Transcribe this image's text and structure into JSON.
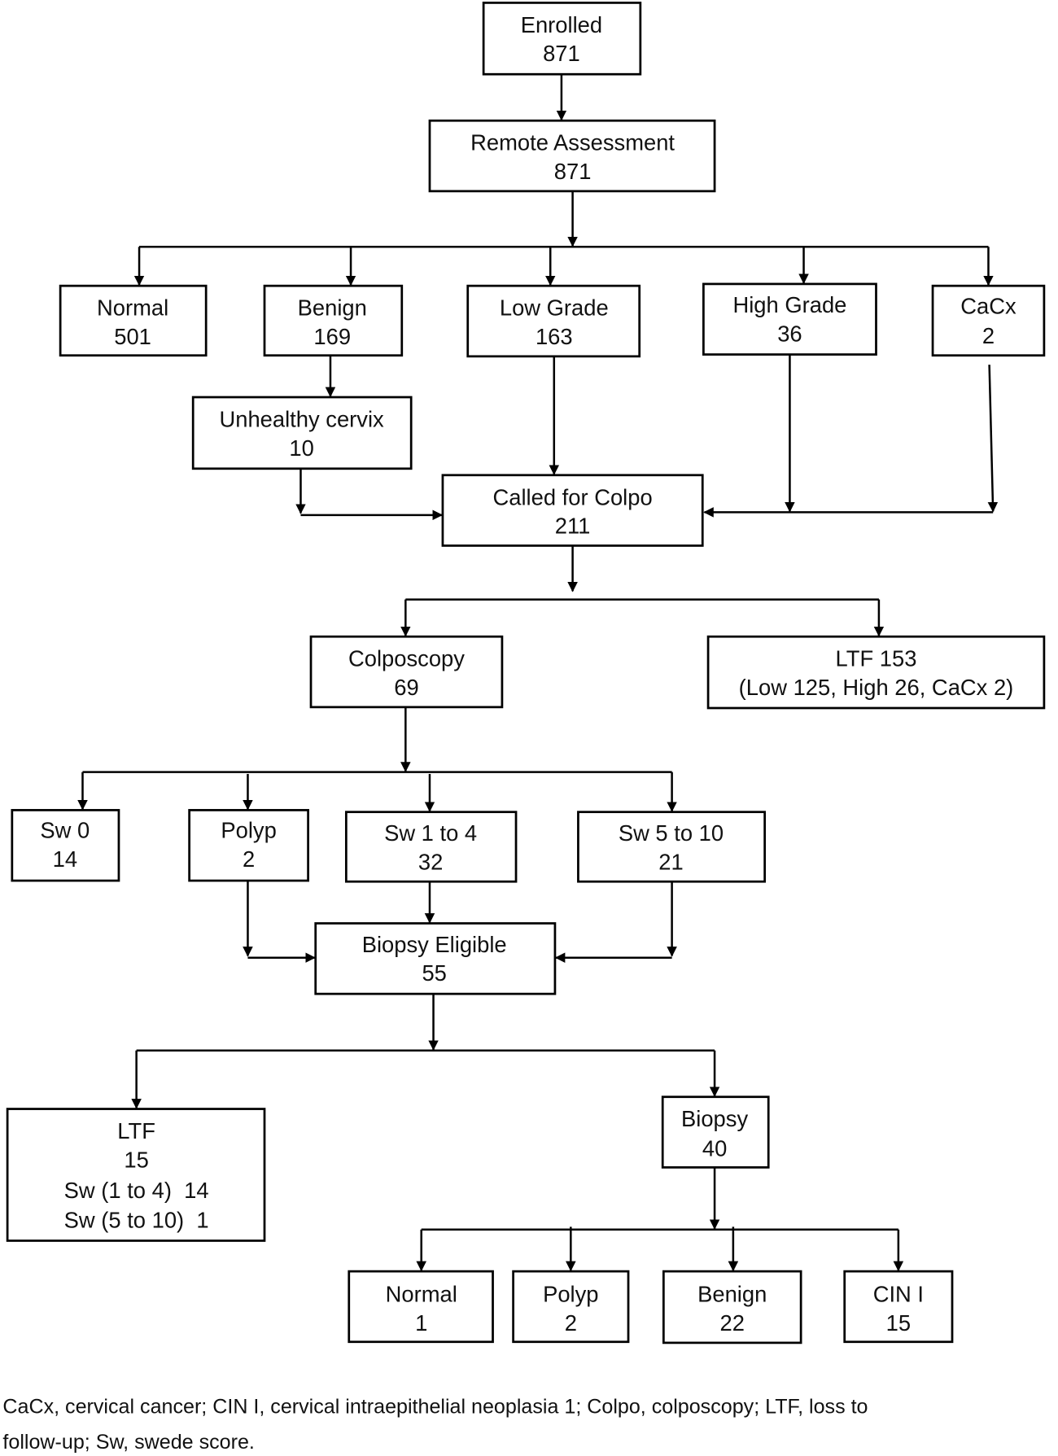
{
  "colors": {
    "stroke": "#000000",
    "text": "#111111",
    "background": "#ffffff"
  },
  "nodes": {
    "enrolled": {
      "label": "Enrolled",
      "count": "871"
    },
    "remote_assessment": {
      "label": "Remote Assessment",
      "count": "871"
    },
    "normal": {
      "label": "Normal",
      "count": "501"
    },
    "benign": {
      "label": "Benign",
      "count": "169"
    },
    "low_grade": {
      "label": "Low Grade",
      "count": "163"
    },
    "high_grade": {
      "label": "High Grade",
      "count": "36"
    },
    "cacx": {
      "label": "CaCx",
      "count": "2"
    },
    "unhealthy_cervix": {
      "label": "Unhealthy cervix",
      "count": "10"
    },
    "called_for_colpo": {
      "label": "Called for Colpo",
      "count": "211"
    },
    "colposcopy": {
      "label": "Colposcopy",
      "count": "69"
    },
    "ltf_153": {
      "label": "LTF 153",
      "count": "(Low 125, High 26, CaCx 2)"
    },
    "sw0": {
      "label": "Sw 0",
      "count": "14"
    },
    "polyp": {
      "label": "Polyp",
      "count": "2"
    },
    "sw1to4": {
      "label": "Sw 1 to 4",
      "count": "32"
    },
    "sw5to10": {
      "label": "Sw 5 to 10",
      "count": "21"
    },
    "biopsy_eligible": {
      "label": "Biopsy Eligible",
      "count": "55"
    },
    "ltf_15": {
      "label": "LTF",
      "count": "15",
      "line3": "Sw (1 to 4)  14",
      "line4": "Sw (5 to 10)  1"
    },
    "biopsy": {
      "label": "Biopsy",
      "count": "40"
    },
    "biopsy_normal": {
      "label": "Normal",
      "count": "1"
    },
    "biopsy_polyp": {
      "label": "Polyp",
      "count": "2"
    },
    "biopsy_benign": {
      "label": "Benign",
      "count": "22"
    },
    "biopsy_cin1": {
      "label": "CIN I",
      "count": "15"
    }
  },
  "caption": {
    "line1": "CaCx, cervical cancer; CIN I, cervical intraepithelial neoplasia 1; Colpo, colposcopy; LTF, loss to",
    "line2": "follow-up; Sw, swede score."
  }
}
